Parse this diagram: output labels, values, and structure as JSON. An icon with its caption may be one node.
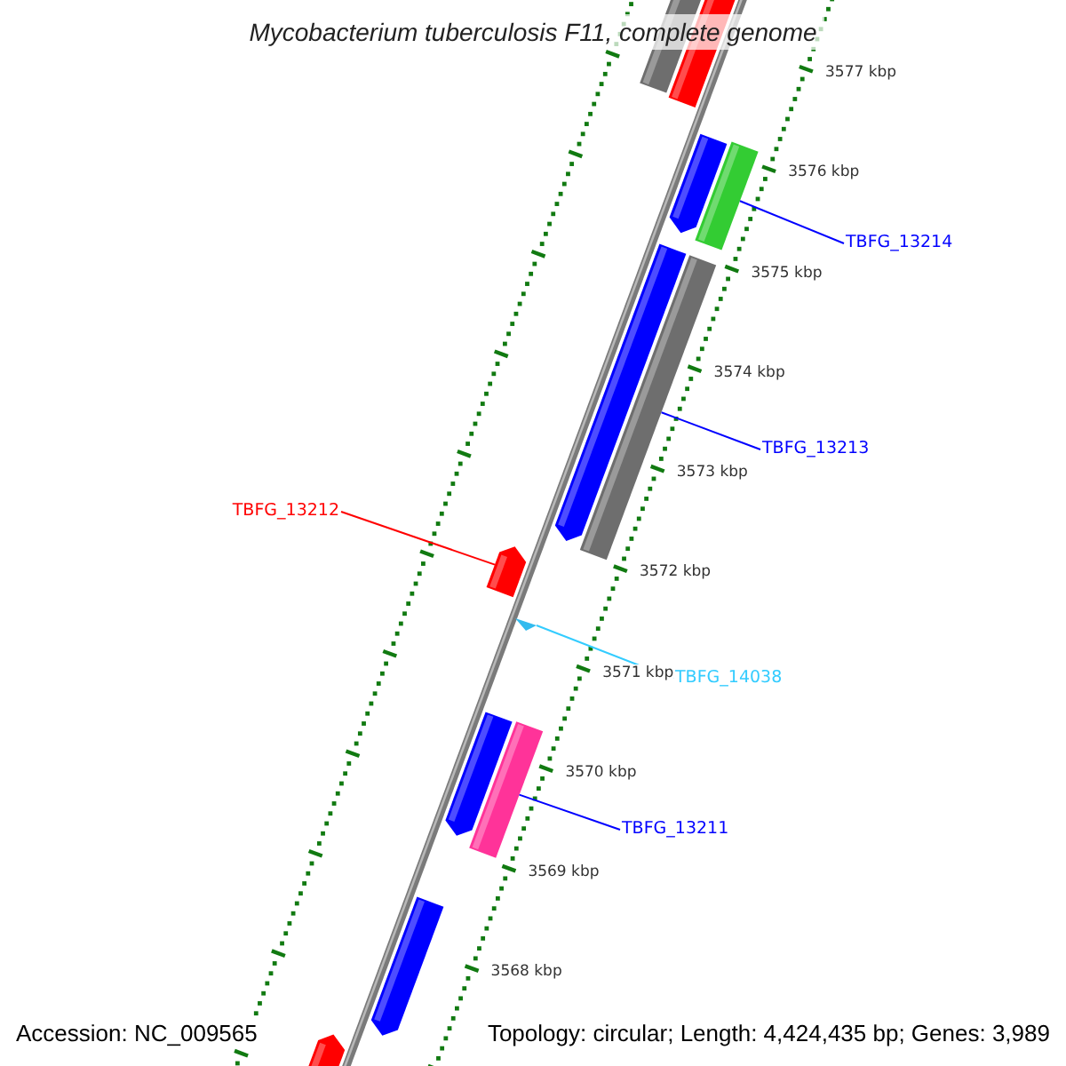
{
  "diagram": {
    "title": "Mycobacterium tuberculosis F11, complete genome",
    "nodes": [
      {
        "text": [
          "TBFG_13214"
        ]
      },
      {
        "text": [],
        "shape": "bar"
      },
      {
        "text": [
          "TBFG_13213"
        ]
      },
      {
        "text": [],
        "shape": "bar"
      },
      {
        "text": [
          "TBFG_13212"
        ]
      },
      {
        "text": [],
        "shape": "bar"
      },
      {
        "text": [
          "TBFG_14038"
        ]
      },
      {
        "text": [],
        "shape": "triangle"
      },
      {
        "text": [
          "TBFG_13211"
        ]
      },
      {
        "text": [],
        "shape": "bar"
      }
    ],
    "edges": [
      {
        "from": 0,
        "to": 1,
        "arrow": "none"
      },
      {
        "from": 2,
        "to": 3,
        "arrow": "none"
      },
      {
        "from": 4,
        "to": 5,
        "arrow": "none",
        "color": "#ff0000"
      },
      {
        "from": 6,
        "to": 7,
        "arrow": "none",
        "color": "#33ccff"
      },
      {
        "from": 8,
        "to": 9,
        "arrow": "none"
      }
    ],
    "labels": [
      "3577 kbp",
      "3576 kbp",
      "3575 kbp",
      "3574 kbp",
      "3573 kbp",
      "3572 kbp",
      "3571 kbp",
      "3570 kbp",
      "3569 kbp",
      "3568 kbp",
      "Accession: NC_009565",
      "Topology: circular; Length: 4,424,435 bp; Genes: 3,989"
    ]
  }
}
